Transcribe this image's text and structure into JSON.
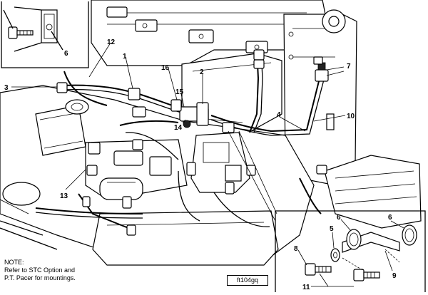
{
  "figure_id": "ft104gq",
  "note": {
    "heading": "NOTE:",
    "lines": [
      "Refer to STC Option and",
      "P.T. Pacer for mountings."
    ]
  },
  "callouts": {
    "c1": "1",
    "c2": "2",
    "c3": "3",
    "c4": "4",
    "c5": "5",
    "c6a": "6",
    "c6b": "6",
    "c6c": "6",
    "c7": "7",
    "c8": "8",
    "c9": "9",
    "c10": "10",
    "c11": "11",
    "c12": "12",
    "c13": "13",
    "c14": "14",
    "c15": "15",
    "c16": "16"
  }
}
